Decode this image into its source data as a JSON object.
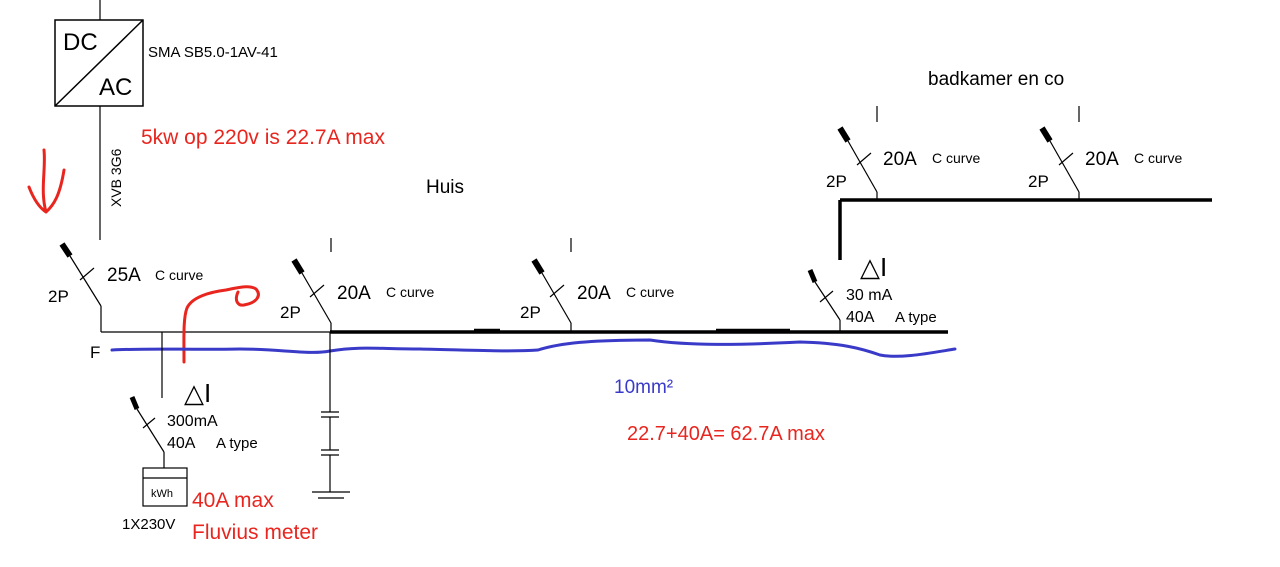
{
  "inverter": {
    "dc_label": "DC",
    "ac_label": "AC",
    "model": "SMA SB5.0-1AV-41",
    "cable": "XVB 3G6"
  },
  "notes": {
    "inverter_power": "5kw op 220v is 22.7A max",
    "huis": "Huis",
    "badkamer": "badkamer en co",
    "cable_section": "10mm²",
    "total": "22.7+40A= 62.7A max",
    "meter_max": "40A max",
    "meter_name": "Fluvius meter"
  },
  "breakers": {
    "main": {
      "poles": "2P",
      "rating": "25A",
      "curve": "C curve"
    },
    "huis_1": {
      "poles": "2P",
      "rating": "20A",
      "curve": "C curve"
    },
    "huis_2": {
      "poles": "2P",
      "rating": "20A",
      "curve": "C curve"
    },
    "bad_1": {
      "poles": "2P",
      "rating": "20A",
      "curve": "C curve"
    },
    "bad_2": {
      "poles": "2P",
      "rating": "20A",
      "curve": "C curve"
    }
  },
  "rcd_main": {
    "symbol": "△I",
    "sensitivity": "300mA",
    "rating": "40A",
    "type": "A type"
  },
  "rcd_bad": {
    "symbol": "△I",
    "sensitivity": "30 mA",
    "rating": "40A",
    "type": "A type"
  },
  "meter": {
    "unit": "kWh",
    "supply": "1X230V"
  },
  "bus_label": "F",
  "colors": {
    "annotation_red": "#e8261f",
    "annotation_blue": "#3a3ac8",
    "line": "#000000"
  }
}
